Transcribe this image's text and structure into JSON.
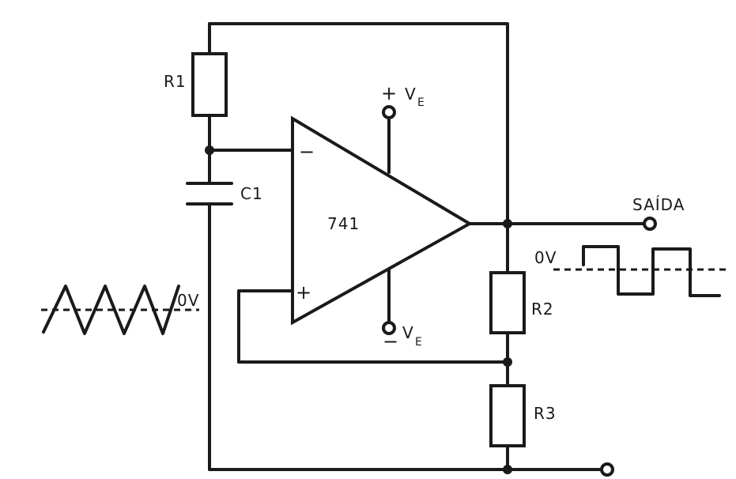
{
  "labels": {
    "r1": "R1",
    "c1": "C1",
    "opamp": "741",
    "inverting_sign": "−",
    "noninverting_sign": "+",
    "supply_plus_prefix": "+",
    "supply_plus_main": "V",
    "supply_plus_sub": "E",
    "supply_minus_prefix": "−",
    "supply_minus_main": "V",
    "supply_minus_sub": "E",
    "output": "SAÍDA",
    "r2": "R2",
    "r3": "R3",
    "ov_triangle": "0V",
    "ov_square": "0V"
  }
}
